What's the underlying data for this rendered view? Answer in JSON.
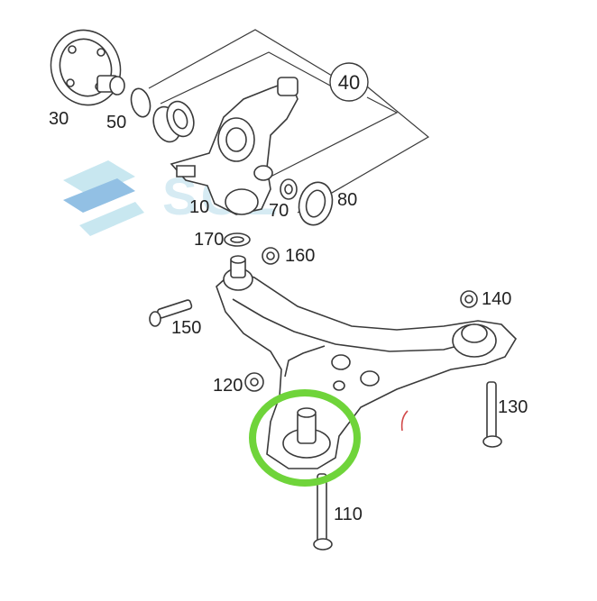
{
  "diagram": {
    "part_labels": {
      "p30": "30",
      "p50": "50",
      "p10": "10",
      "p70": "70",
      "p80": "80",
      "p40": "40",
      "p170": "170",
      "p160": "160",
      "p140": "140",
      "p150": "150",
      "p120": "120",
      "p130": "130",
      "p110": "110"
    },
    "watermark": {
      "text": "SOL"
    },
    "colors": {
      "line": "#3a3a3a",
      "highlight": "#6fd43a",
      "watermark": "#bfe3ee",
      "watermark_blue": "#7fb6e0",
      "accent_red": "#d24a4a"
    },
    "highlight_target": "110"
  }
}
